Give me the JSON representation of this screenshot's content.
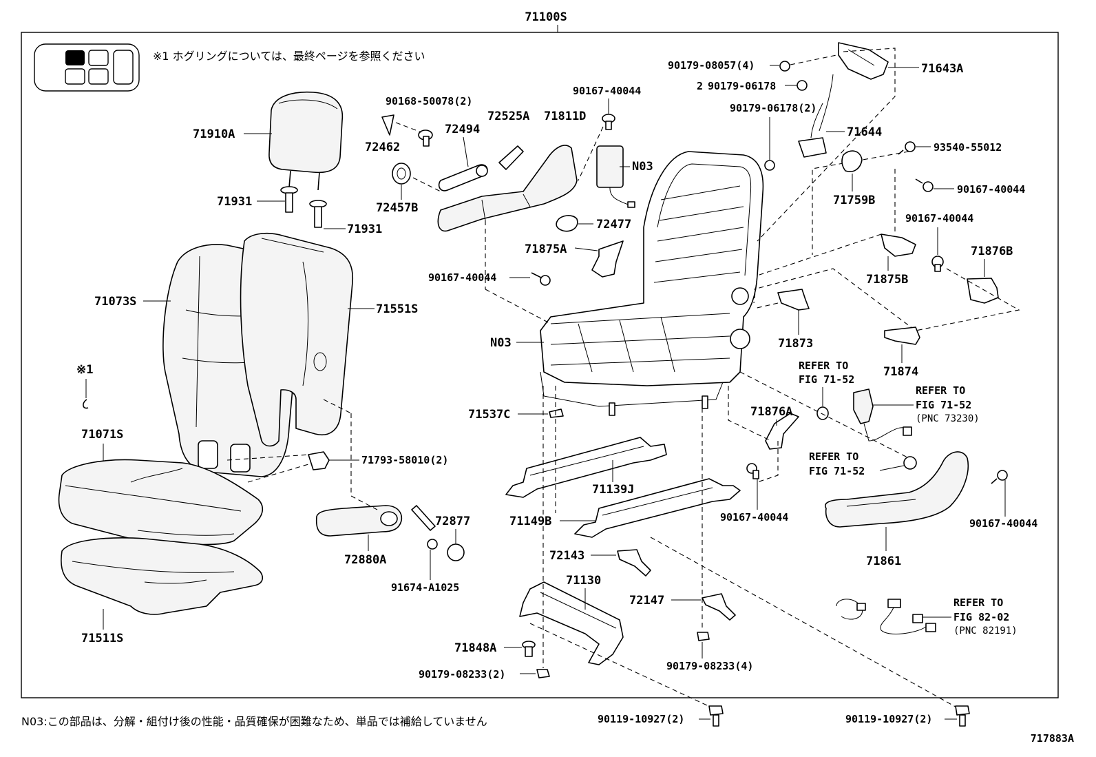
{
  "diagram": {
    "assembly_number": "71100S",
    "figure_id": "717883A",
    "notes": {
      "hog_ring_note": "※1 ホグリングについては、最終ページを参照ください",
      "n03_note": "N03:この部品は、分解・組付け後の性能・品質確保が困難なため、単品では補給していません"
    },
    "labels": {
      "p71910A": "71910A",
      "p71931a": "71931",
      "p71931b": "71931",
      "p71073S": "71073S",
      "p71551S": "71551S",
      "ref1": "※1",
      "p71071S": "71071S",
      "p71511S": "71511S",
      "p71793": "71793-58010(2)",
      "p72880A": "72880A",
      "p72877": "72877",
      "p91674": "91674-A1025",
      "p90168": "90168-50078(2)",
      "p72462": "72462",
      "p72494": "72494",
      "p72525A": "72525A",
      "p71811D": "71811D",
      "p72457B": "72457B",
      "p90167top": "90167-40044",
      "pN03a": "N03",
      "p72477": "72477",
      "p71875A": "71875A",
      "p90167left": "90167-40044",
      "pN03b": "N03",
      "p71537C": "71537C",
      "p71139J": "71139J",
      "p71149B": "71149B",
      "p72143": "72143",
      "p71130": "71130",
      "p72147": "72147",
      "p71848A": "71848A",
      "p90179_2": "90179-08233(2)",
      "p90179_4": "90179-08233(4)",
      "p90119a": "90119-10927(2)",
      "p90119b": "90119-10927(2)",
      "p90179_08057": "90179-08057(4)",
      "p71643A": "71643A",
      "p2": "2",
      "p90179_06178a": "90179-06178",
      "p90179_06178b": "90179-06178(2)",
      "p71644": "71644",
      "p93540": "93540-55012",
      "p90167r1": "90167-40044",
      "p71759B": "71759B",
      "p90167r2": "90167-40044",
      "p71875B": "71875B",
      "p71876B": "71876B",
      "p71873": "71873",
      "p71874": "71874",
      "p71876A": "71876A",
      "p90167mid": "90167-40044",
      "p71861": "71861",
      "p90167far": "90167-40044"
    },
    "references": {
      "refer_to": "REFER TO",
      "fig7152_a": "FIG 71-52",
      "fig7152_b": "FIG 71-52",
      "pnc73230": "(PNC 73230)",
      "refer_to_b": "REFER TO",
      "fig7152_c": "FIG 71-52",
      "refer_to_c": "REFER TO",
      "fig8202": "FIG 82-02",
      "pnc82191": "(PNC 82191)",
      "refer_to_d": "REFER TO"
    }
  }
}
